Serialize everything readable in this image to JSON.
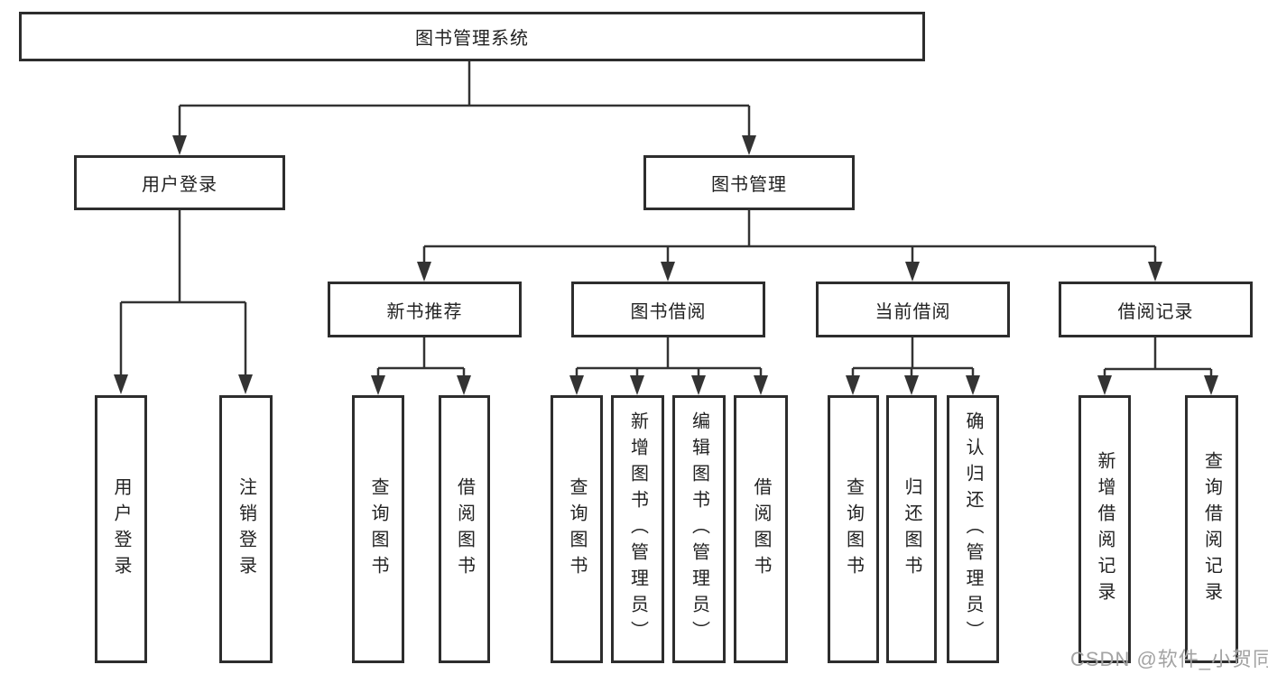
{
  "colors": {
    "background": "#ffffff",
    "box_border": "#2d2d2d",
    "connector_line": "#333333",
    "text": "#222222",
    "watermark_text": "#a3a3a3"
  },
  "diagram": {
    "root": {
      "label": "图书管理系统"
    },
    "branches": [
      {
        "label": "用户登录",
        "children": [
          {
            "label": "用户登录"
          },
          {
            "label": "注销登录"
          }
        ]
      },
      {
        "label": "图书管理",
        "children": [
          {
            "label": "新书推荐",
            "children": [
              {
                "label": "查询图书"
              },
              {
                "label": "借阅图书"
              }
            ]
          },
          {
            "label": "图书借阅",
            "children": [
              {
                "label": "查询图书"
              },
              {
                "label": "新增图书（管理员）"
              },
              {
                "label": "编辑图书（管理员）"
              },
              {
                "label": "借阅图书"
              }
            ]
          },
          {
            "label": "当前借阅",
            "children": [
              {
                "label": "查询图书"
              },
              {
                "label": "归还图书"
              },
              {
                "label": "确认归还（管理员）"
              }
            ]
          },
          {
            "label": "借阅记录",
            "children": [
              {
                "label": "新增借阅记录"
              },
              {
                "label": "查询借阅记录"
              }
            ]
          }
        ]
      }
    ]
  },
  "watermark": {
    "text": "CSDN @软件_小贺同学"
  }
}
